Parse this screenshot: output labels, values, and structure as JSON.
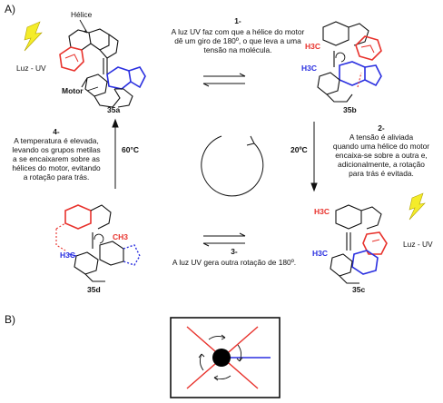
{
  "section_a": "A)",
  "section_b": "B)",
  "helice_label": "Hélice",
  "motor_label": "Motor",
  "luz_uv_left": "Luz - UV",
  "luz_uv_right": "Luz - UV",
  "compounds": {
    "c35a": "35a",
    "c35b": "35b",
    "c35c": "35c",
    "c35d": "35d"
  },
  "temps": {
    "left": "60°C",
    "right": "20ºC"
  },
  "step1": {
    "num": "1-",
    "lines": [
      "A luz UV faz com que a hélice do motor",
      "dê um giro de 180º, o que leva a uma",
      "tensão na molécula."
    ]
  },
  "step2": {
    "num": "2-",
    "lines": [
      "A tensão é aliviada",
      "quando uma hélice do motor",
      "encaixa-se sobre a outra e,",
      "adicionalmente, a rotação",
      "para trás é evitada."
    ]
  },
  "step3": {
    "num": "3-",
    "lines": [
      "A luz UV gera outra rotação de 180º."
    ]
  },
  "step4": {
    "num": "4-",
    "lines": [
      "A temperatura é elevada,",
      "levando os grupos metilas",
      "a se encaixarem sobre as",
      "hélices do motor, evitando",
      "a rotação para trás."
    ]
  },
  "methyl": {
    "b1": "H3C",
    "b2": "H3C",
    "c1": "H3C",
    "c2": "H3C",
    "d1": "CH3",
    "d2": "H3C"
  },
  "colors": {
    "red": "#e8322c",
    "blue": "#2a2fe0",
    "bolt": "#f4ec2a"
  }
}
